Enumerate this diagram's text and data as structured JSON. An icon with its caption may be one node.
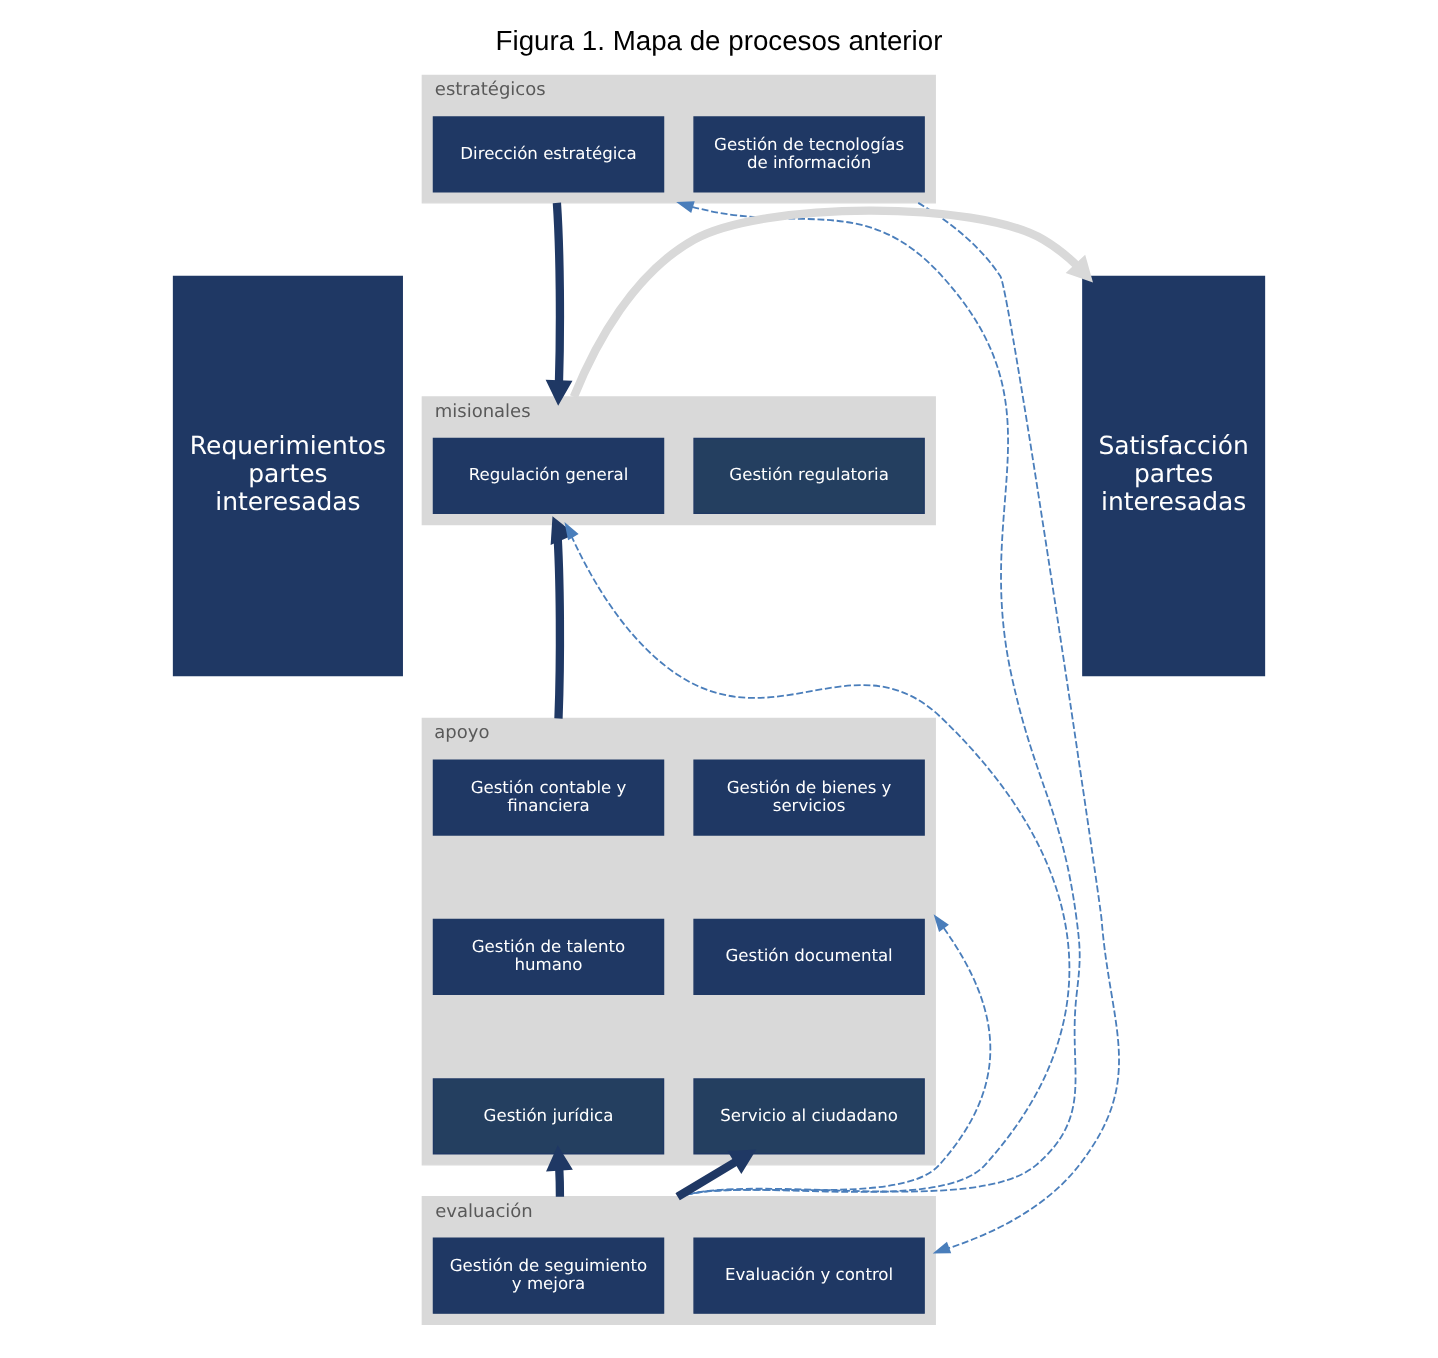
{
  "diagram": {
    "title": "Figura 1. Mapa de procesos anterior",
    "nodes": [
      {
        "text": [
          "Requerimientos partes interesadas"
        ]
      },
      {
        "text": [
          "estratégicos"
        ]
      },
      {
        "text": [
          "Dirección estratégica"
        ],
        "in": 1
      },
      {
        "text": [
          "Gestión de tecnologías de información"
        ],
        "in": 1
      },
      {
        "text": [
          "misionales"
        ]
      },
      {
        "text": [
          "Regulación general"
        ],
        "in": 4
      },
      {
        "text": [
          "Gestión regulatoria"
        ],
        "in": 4
      },
      {
        "text": [
          "apoyo"
        ]
      },
      {
        "text": [
          "Gestión contable y financiera"
        ],
        "in": 7
      },
      {
        "text": [
          "Gestión de bienes y servicios"
        ],
        "in": 7
      },
      {
        "text": [
          "Gestión de talento humano"
        ],
        "in": 7
      },
      {
        "text": [
          "Gestión documental"
        ],
        "in": 7
      },
      {
        "text": [
          "Gestión jurídica"
        ],
        "in": 7
      },
      {
        "text": [
          "Servicio al ciudadano"
        ],
        "in": 7
      },
      {
        "text": [
          "evaluación"
        ]
      },
      {
        "text": [
          "Gestión de seguimiento y mejora"
        ],
        "in": 14
      },
      {
        "text": [
          "Evaluación y control"
        ],
        "in": 14
      },
      {
        "text": [
          "Satisfacción partes interesadas"
        ]
      }
    ],
    "edges": [
      {
        "from": 1,
        "to": 4,
        "arrow": "to",
        "color": "#1f3864"
      },
      {
        "from": 7,
        "to": 4,
        "arrow": "to",
        "color": "#1f3864"
      },
      {
        "from": 14,
        "to": 12,
        "arrow": "to",
        "color": "#1f3864"
      },
      {
        "from": 14,
        "to": 13,
        "arrow": "to",
        "color": "#1f3864"
      },
      {
        "from": 14,
        "to": 1,
        "arrow": "to",
        "style": "dashed",
        "color": "#4a7ebb"
      },
      {
        "from": 14,
        "to": 4,
        "arrow": "to",
        "style": "dashed",
        "color": "#4a7ebb"
      },
      {
        "from": 14,
        "to": 7,
        "arrow": "to",
        "style": "dashed",
        "color": "#4a7ebb"
      },
      {
        "from": 1,
        "to": 14,
        "arrow": "to",
        "style": "dashed",
        "color": "#4a7ebb"
      },
      {
        "from": 4,
        "to": 17,
        "arrow": "to",
        "color": "#d9d9d9"
      }
    ]
  }
}
